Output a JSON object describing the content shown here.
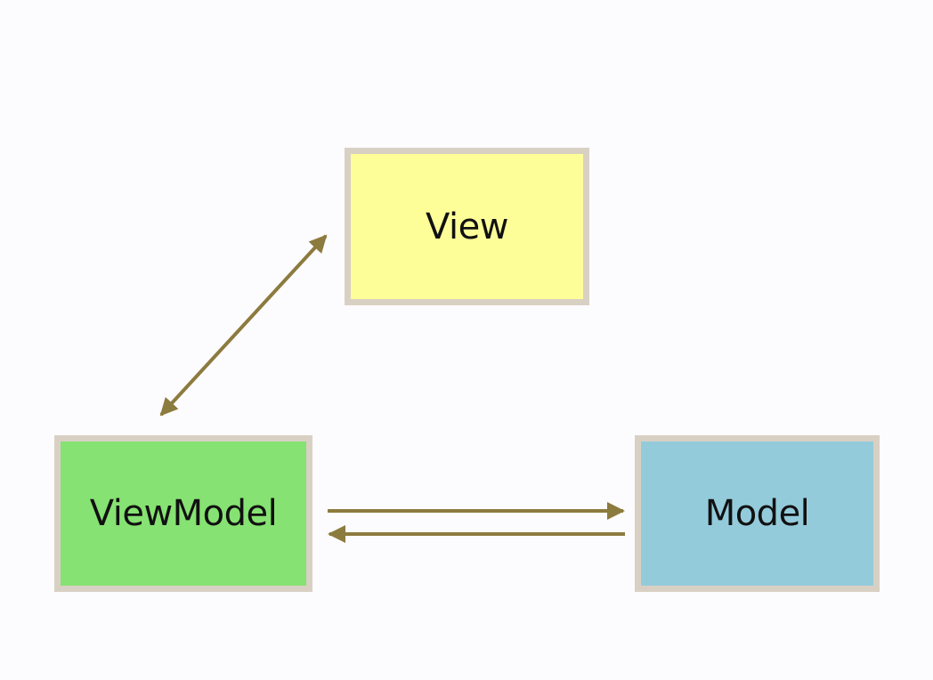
{
  "diagram": {
    "nodes": [
      {
        "id": "view",
        "label": "View",
        "fill": "#fefe99",
        "border": "#d9d0c4"
      },
      {
        "id": "viewmodel",
        "label": "ViewModel",
        "fill": "#86e272",
        "border": "#d9d0c4"
      },
      {
        "id": "model",
        "label": "Model",
        "fill": "#94cbdb",
        "border": "#d9d0c4"
      }
    ],
    "edges": [
      {
        "from": "view",
        "to": "viewmodel",
        "direction": "bidirectional"
      },
      {
        "from": "viewmodel",
        "to": "model",
        "direction": "forward"
      },
      {
        "from": "model",
        "to": "viewmodel",
        "direction": "forward"
      }
    ],
    "edge_color": "#8c7b3e"
  }
}
